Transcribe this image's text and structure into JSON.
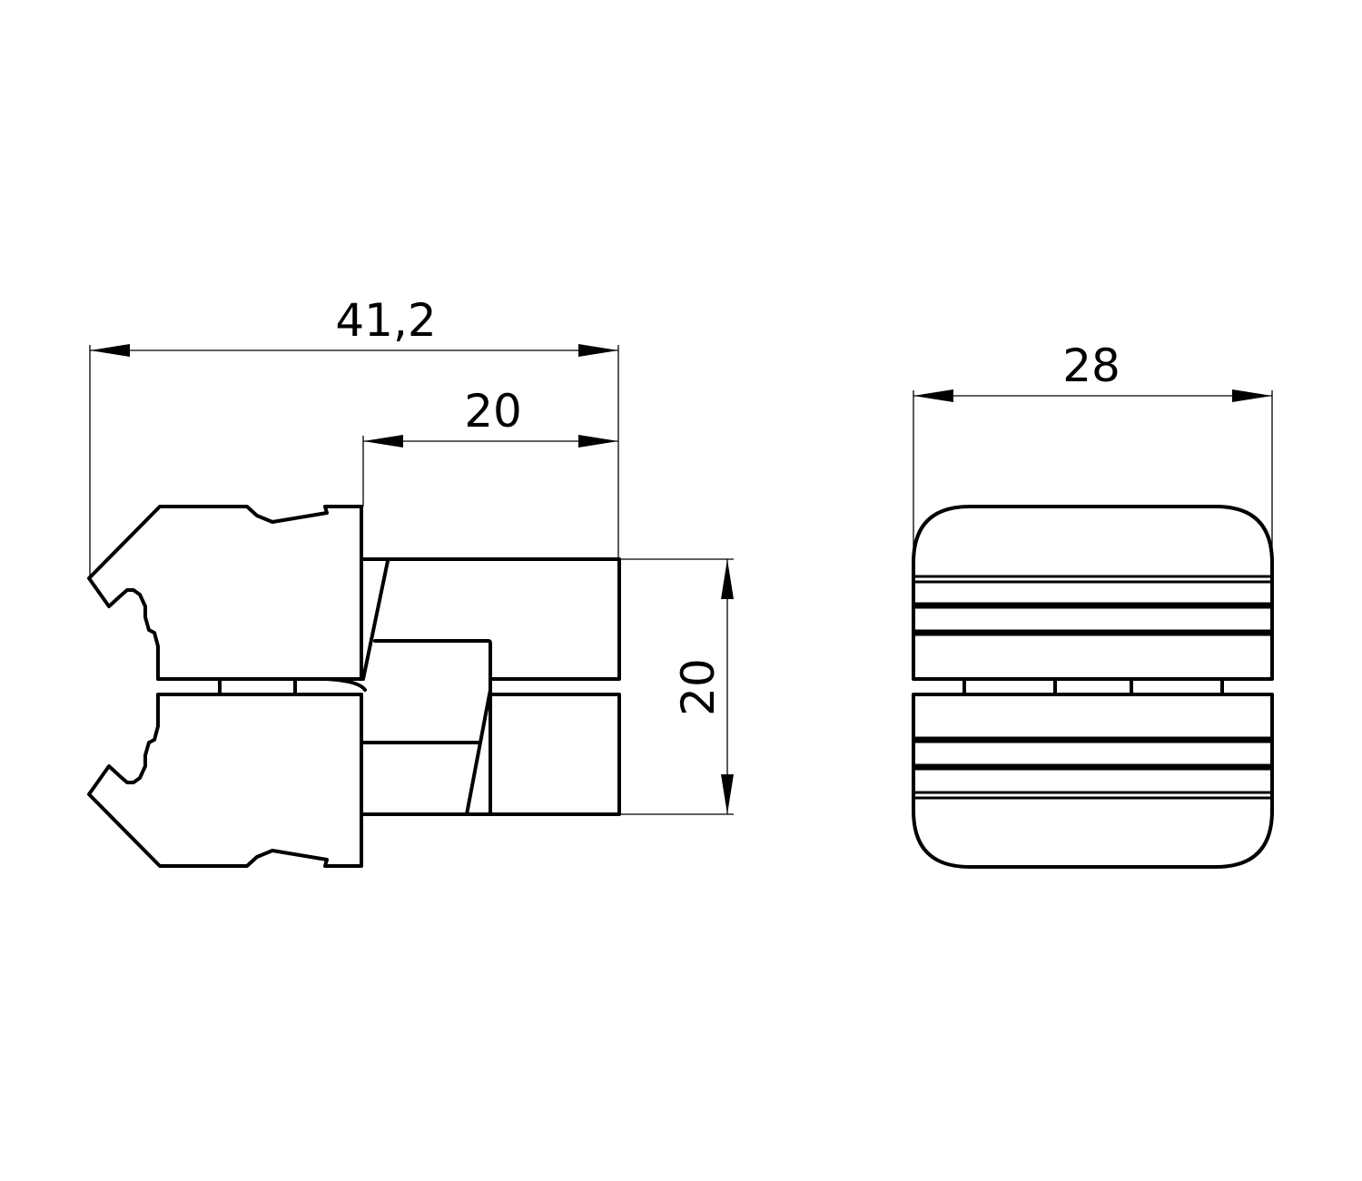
{
  "drawing": {
    "dimensions": {
      "overall_length": "41,2",
      "insert_length": "20",
      "insert_height": "20",
      "width": "28"
    },
    "colors": {
      "line": "#000000",
      "background": "#ffffff"
    }
  }
}
